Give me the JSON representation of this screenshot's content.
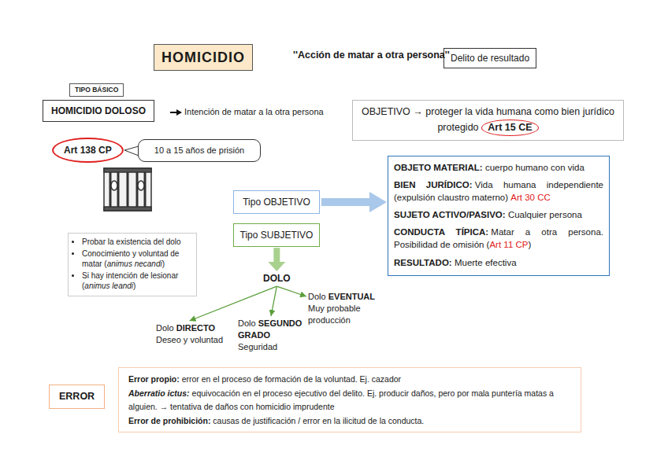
{
  "diagram": {
    "nodes": [
      {
        "text": [
          "HOMICIDIO"
        ]
      },
      {
        "text": [
          "Delito de resultado"
        ]
      },
      {
        "text": [
          "TIPO BÁSICO"
        ]
      },
      {
        "text": [
          "HOMICIDIO DOLOSO"
        ]
      },
      {
        "text": [
          "OBJETIVO → proteger la vida humana como bien jurídico protegido",
          "Art 15 CE"
        ]
      },
      {
        "text": [
          "Art 138 CP"
        ]
      },
      {
        "text": [
          "10 a 15 años de prisión"
        ]
      },
      {
        "text": [
          "Tipo OBJETIVO"
        ]
      },
      {
        "text": [
          "Tipo SUBJETIVO"
        ]
      },
      {
        "text": [
          "OBJETO MATERIAL:",
          "cuerpo humano con vida",
          "BIEN JURÍDICO:",
          "Vida humana independiente (expulsión claustro materno)",
          "Art 30 CC",
          "SUJETO ACTIVO/PASIVO:",
          "Cualquier persona",
          "CONDUCTA TÍPICA:",
          "Matar a otra persona. Posibilidad de omisión (",
          "Art 11 CP",
          ")",
          "RESULTADO:",
          "Muerte efectiva"
        ]
      },
      {
        "text": [
          "Probar la existencia del dolo",
          "Conocimiento y voluntad de matar (",
          "animus necandi",
          ")",
          "Si hay intención de lesionar (",
          "animus leandi",
          ")"
        ]
      },
      {
        "text": [
          "DOLO"
        ]
      },
      {
        "text": [
          "Dolo",
          "DIRECTO",
          "Deseo y voluntad"
        ]
      },
      {
        "text": [
          "Dolo",
          "SEGUNDO GRADO",
          "Seguridad"
        ]
      },
      {
        "text": [
          "Dolo",
          "EVENTUAL",
          "Muy probable producción"
        ]
      },
      {
        "text": [
          "ERROR"
        ]
      },
      {
        "text": [
          "Error propio:",
          "error en el proceso de formación de la voluntad. Ej. cazador",
          "Aberratio ictus:",
          "equivocación en el proceso ejecutivo del delito. Ej. producir daños, pero por mala puntería matas a alguien. → tentativa de daños con homicidio imprudente",
          "Error de prohibición:",
          "causas de justificación / error en la ilicitud de la conducta."
        ]
      }
    ],
    "edges": [
      {
        "from": 7,
        "to": 9,
        "arrow": "to"
      },
      {
        "from": 8,
        "to": 11,
        "arrow": "to"
      },
      {
        "from": 11,
        "to": 12,
        "arrow": "to"
      },
      {
        "from": 11,
        "to": 13,
        "arrow": "to"
      },
      {
        "from": 11,
        "to": 14,
        "arrow": "to"
      }
    ],
    "labels": [
      "''Acción de matar a otra persona''",
      "Intención de matar a la otra persona"
    ]
  }
}
